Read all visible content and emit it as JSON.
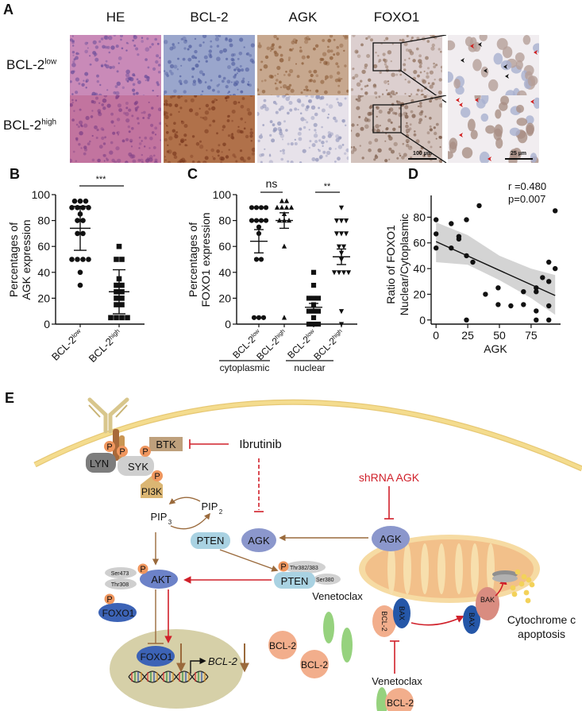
{
  "panels": {
    "A": {
      "letter": "A",
      "columns": [
        "HE",
        "BCL-2",
        "AGK",
        "FOXO1"
      ],
      "rows": [
        {
          "base": "BCL-2",
          "sup": "low"
        },
        {
          "base": "BCL-2",
          "sup": "high"
        }
      ],
      "scalebar_main": "100 µm",
      "scalebar_inset": "25 µm",
      "tile_colors": {
        "HE": [
          "#c98ab8",
          "#c2749f"
        ],
        "BCL-2": [
          "#9aa6cc",
          "#b0714a"
        ],
        "AGK": [
          "#c7a88f",
          "#e7e2ea"
        ],
        "FOXO1": [
          "#dccfcf",
          "#d3c3bd"
        ],
        "inset": [
          "#d7cfd6",
          "#d5c7c6"
        ]
      }
    },
    "B": {
      "letter": "B"
    },
    "C": {
      "letter": "C"
    },
    "D": {
      "letter": "D"
    },
    "E": {
      "letter": "E",
      "labels": {
        "btk": "BTK",
        "lyn": "LYN",
        "syk": "SYK",
        "pi3k": "PI3K",
        "p": "P",
        "ibrutinib": "Ibrutinib",
        "shrna": "shRNA AGK",
        "pip3": "PIP",
        "pip3_sub": "3",
        "pip2": "PIP",
        "pip2_sub": "2",
        "pten": "PTEN",
        "agk": "AGK",
        "akt": "AKT",
        "ser473": "Ser473",
        "thr308": "Thr308",
        "thr382": "Thr382/383",
        "ser380": "Ser380",
        "foxo1": "FOXO1",
        "bcl2": "BCL-2",
        "bcl2_gene": "BCL-2",
        "bax": "BAX",
        "bak": "BAK",
        "venetoclax": "Venetoclax",
        "cytc": "Cytochrome c",
        "apoptosis": "apoptosis"
      },
      "colors": {
        "inhibit": "#d0202a",
        "arrow_brown": "#9a6a3c",
        "membrane": "#f4dc8e",
        "mito": "#f2c08a",
        "nucleus": "#d6d0a8",
        "agk": "#8b97cc",
        "pten": "#a9d2e2",
        "akt": "#6c82c8",
        "foxo1": "#3c63b6",
        "bcl2": "#f2ae8c",
        "venetoclax": "#96d27e",
        "bax": "#2557a8",
        "bak": "#d98c80",
        "cytc": "#f3d25a",
        "phospho": "#ef965e"
      }
    }
  },
  "chart_data": [
    {
      "panel": "B",
      "type": "scatter",
      "title": "",
      "xlabel": "",
      "ylabel": "Percentages of AGK expression",
      "ylabel_lines": [
        "Percentages of",
        "AGK expression"
      ],
      "ylim": [
        0,
        100
      ],
      "yticks": [
        0,
        20,
        40,
        60,
        80,
        100
      ],
      "categories": [
        {
          "base": "BCL-2",
          "sup": "low"
        },
        {
          "base": "BCL-2",
          "sup": "high"
        }
      ],
      "series": [
        {
          "name": "BCL-2 low",
          "marker": "circle",
          "values": [
            95,
            95,
            95,
            90,
            90,
            90,
            90,
            85,
            80,
            80,
            70,
            70,
            50,
            50,
            50,
            50,
            40,
            30
          ],
          "mean": 74,
          "sd": 17
        },
        {
          "name": "BCL-2 high",
          "marker": "square",
          "values": [
            60,
            50,
            50,
            35,
            30,
            30,
            25,
            25,
            20,
            20,
            15,
            15,
            5,
            5,
            5,
            5
          ],
          "mean": 25,
          "sd": 17
        }
      ],
      "significance": [
        {
          "between": [
            0,
            1
          ],
          "label": "***"
        }
      ]
    },
    {
      "panel": "C",
      "type": "scatter",
      "title": "",
      "xlabel": "",
      "ylabel": "Percentages of FOXO1 expression",
      "ylabel_lines": [
        "Percentages of",
        "FOXO1 expression"
      ],
      "ylim": [
        0,
        100
      ],
      "yticks": [
        0,
        20,
        40,
        60,
        80,
        100
      ],
      "categories": [
        {
          "base": "BCL-2",
          "sup": "low"
        },
        {
          "base": "BCL-2",
          "sup": "high"
        },
        {
          "base": "BCL-2",
          "sup": "low"
        },
        {
          "base": "BCL-2",
          "sup": "high"
        }
      ],
      "groups": [
        {
          "label": "cytoplasmic",
          "span": [
            0,
            1
          ]
        },
        {
          "label": "nuclear",
          "span": [
            2,
            3
          ]
        }
      ],
      "series": [
        {
          "name": "cytoplasmic BCL-2 low",
          "marker": "circle",
          "values": [
            90,
            90,
            90,
            90,
            80,
            80,
            80,
            80,
            75,
            70,
            50,
            50,
            5,
            5,
            5
          ],
          "mean": 64,
          "sem": 9
        },
        {
          "name": "cytoplasmic BCL-2 high",
          "marker": "triangle",
          "values": [
            95,
            95,
            90,
            90,
            90,
            90,
            85,
            80,
            80,
            80,
            60,
            5
          ],
          "mean": 80,
          "sem": 6
        },
        {
          "name": "nuclear BCL-2 low",
          "marker": "square",
          "values": [
            40,
            30,
            20,
            20,
            20,
            15,
            10,
            10,
            10,
            5,
            0,
            0,
            0
          ],
          "mean": 13,
          "sem": 3
        },
        {
          "name": "nuclear BCL-2 high",
          "marker": "triangle-down",
          "values": [
            90,
            80,
            80,
            80,
            70,
            70,
            70,
            60,
            60,
            55,
            50,
            40,
            40,
            40,
            40,
            10,
            0
          ],
          "mean": 52,
          "sem": 6
        }
      ],
      "significance": [
        {
          "between": [
            0,
            1
          ],
          "label": "ns"
        },
        {
          "between": [
            2,
            3
          ],
          "label": "**"
        }
      ]
    },
    {
      "panel": "D",
      "type": "scatter",
      "title": "",
      "xlabel": "AGK",
      "ylabel": "Ratio of FOXO1 Nuclear/Cytoplasmic",
      "ylabel_lines": [
        "Ratio of FOXO1",
        "Nuclear/Cytoplasmic"
      ],
      "xlim": [
        -2,
        97
      ],
      "ylim": [
        -2,
        92
      ],
      "xticks": [
        0,
        25,
        50,
        75
      ],
      "yticks": [
        0,
        20,
        40,
        60,
        80
      ],
      "annotations": [
        "r =0.480",
        "p=0.007"
      ],
      "points": [
        [
          0,
          78
        ],
        [
          0,
          67
        ],
        [
          0,
          56
        ],
        [
          12,
          75
        ],
        [
          12,
          56
        ],
        [
          18,
          65
        ],
        [
          18,
          63
        ],
        [
          24,
          78
        ],
        [
          24,
          50
        ],
        [
          24,
          0
        ],
        [
          29,
          45
        ],
        [
          34,
          89
        ],
        [
          39,
          20
        ],
        [
          49,
          25
        ],
        [
          49,
          12
        ],
        [
          59,
          11
        ],
        [
          69,
          22
        ],
        [
          69,
          12
        ],
        [
          79,
          25
        ],
        [
          79,
          22
        ],
        [
          79,
          7
        ],
        [
          79,
          0
        ],
        [
          84,
          33
        ],
        [
          89,
          45
        ],
        [
          89,
          30
        ],
        [
          89,
          11
        ],
        [
          89,
          0
        ],
        [
          94,
          85
        ],
        [
          94,
          40
        ]
      ],
      "fit": {
        "x": [
          0,
          94
        ],
        "y": [
          61,
          19
        ]
      },
      "ci_band": {
        "x": [
          0,
          25,
          50,
          75,
          94
        ],
        "upper": [
          76,
          66,
          50,
          40,
          35
        ],
        "lower": [
          45,
          43,
          31,
          17,
          4
        ]
      }
    }
  ]
}
